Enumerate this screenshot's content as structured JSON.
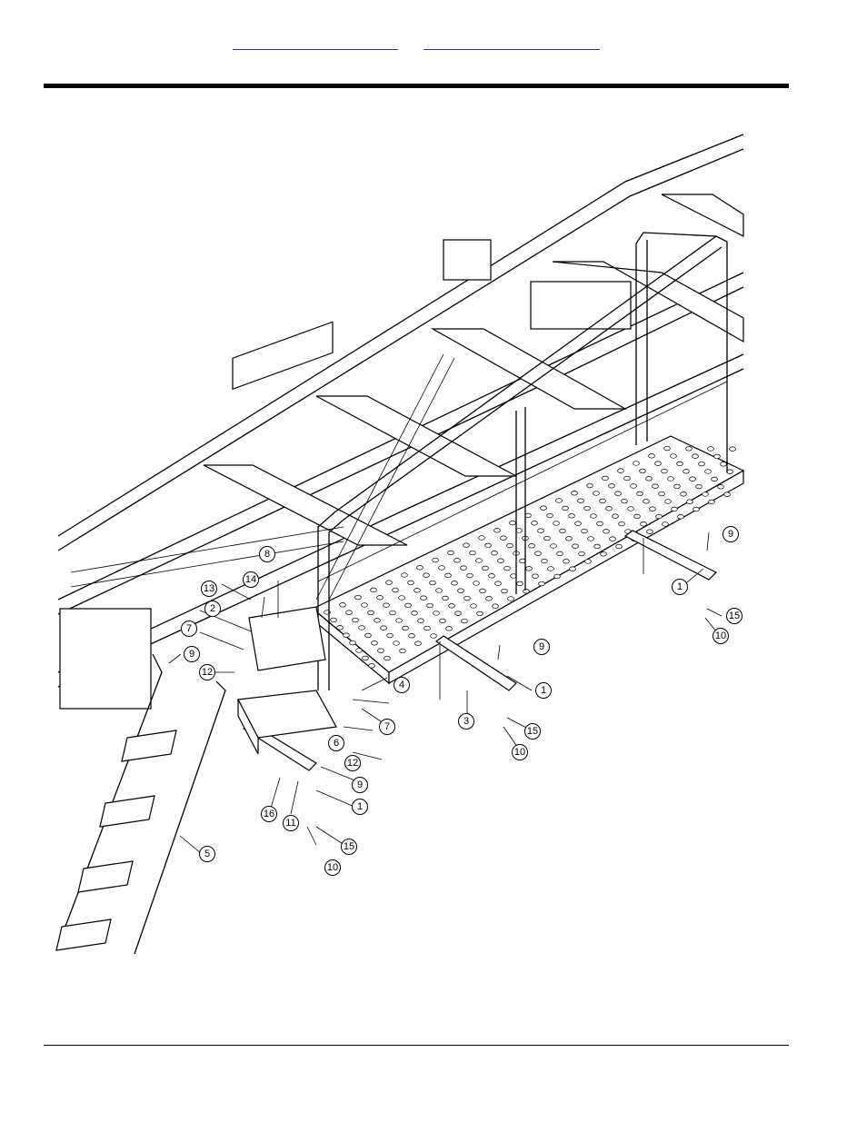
{
  "header": {
    "link_1": "",
    "link_2": ""
  },
  "callouts": [
    {
      "id": "c1a",
      "label": "1"
    },
    {
      "id": "c1b",
      "label": "1"
    },
    {
      "id": "c1c",
      "label": "1"
    },
    {
      "id": "c2",
      "label": "2"
    },
    {
      "id": "c3",
      "label": "3"
    },
    {
      "id": "c4",
      "label": "4"
    },
    {
      "id": "c5",
      "label": "5"
    },
    {
      "id": "c6",
      "label": "6"
    },
    {
      "id": "c7a",
      "label": "7"
    },
    {
      "id": "c7b",
      "label": "7"
    },
    {
      "id": "c8",
      "label": "8"
    },
    {
      "id": "c9a",
      "label": "9"
    },
    {
      "id": "c9b",
      "label": "9"
    },
    {
      "id": "c9c",
      "label": "9"
    },
    {
      "id": "c9d",
      "label": "9"
    },
    {
      "id": "c10a",
      "label": "10"
    },
    {
      "id": "c10b",
      "label": "10"
    },
    {
      "id": "c10c",
      "label": "10"
    },
    {
      "id": "c11",
      "label": "11"
    },
    {
      "id": "c12a",
      "label": "12"
    },
    {
      "id": "c12b",
      "label": "12"
    },
    {
      "id": "c13",
      "label": "13"
    },
    {
      "id": "c14",
      "label": "14"
    },
    {
      "id": "c15a",
      "label": "15"
    },
    {
      "id": "c15b",
      "label": "15"
    },
    {
      "id": "c15c",
      "label": "15"
    },
    {
      "id": "c16",
      "label": "16"
    }
  ],
  "colors": {
    "link": "#2a2ae0",
    "ink": "#000000",
    "paper": "#ffffff"
  }
}
